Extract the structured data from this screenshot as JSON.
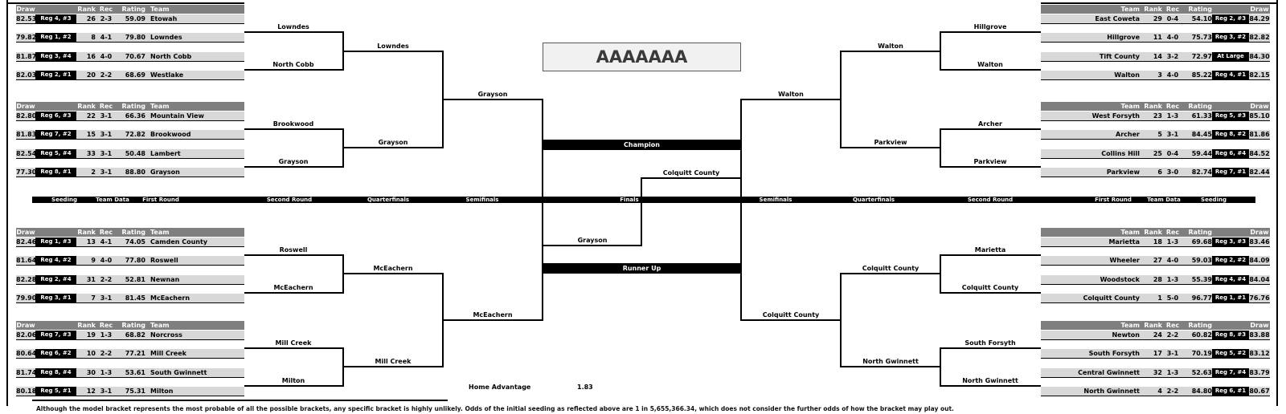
{
  "page": {
    "title_box": "AAAAAAA"
  },
  "columns": {
    "draw": "Draw",
    "rank": "Rank",
    "rec": "Rec",
    "rating": "Rating",
    "team": "Team"
  },
  "divider_labels": [
    "Seeding",
    "Team Data",
    "First Round",
    "Second Round",
    "Quarterfinals",
    "Semifinals",
    "Finals",
    "Semifinals",
    "Quarterfinals",
    "Second Round",
    "First Round",
    "Team Data",
    "Seeding"
  ],
  "center": {
    "champion": "Champion",
    "runner_up": "Runner Up"
  },
  "home_advantage": {
    "label": "Home Advantage",
    "value": "1.83"
  },
  "footnote": "Although the model bracket represents the most probable of all the possible brackets, any specific bracket is highly unlikely.  Odds of the initial seeding as reflected above are 1 in 5,655,366.34, which does not consider the further odds of how the bracket may play out.",
  "seed_groups": [
    {
      "side": "left",
      "rows": [
        {
          "draw": "82.53",
          "reg": "Reg 4, #3",
          "rank": "26",
          "rec": "2-3",
          "rating": "59.09",
          "team": "Etowah"
        },
        {
          "draw": "79.82",
          "reg": "Reg 1, #2",
          "rank": "8",
          "rec": "4-1",
          "rating": "79.80",
          "team": "Lowndes"
        },
        {
          "draw": "81.87",
          "reg": "Reg 3, #4",
          "rank": "16",
          "rec": "4-0",
          "rating": "70.67",
          "team": "North Cobb"
        },
        {
          "draw": "82.03",
          "reg": "Reg 2, #1",
          "rank": "20",
          "rec": "2-2",
          "rating": "68.69",
          "team": "Westlake"
        }
      ]
    },
    {
      "side": "left",
      "rows": [
        {
          "draw": "82.80",
          "reg": "Reg 6, #3",
          "rank": "22",
          "rec": "3-1",
          "rating": "66.36",
          "team": "Mountain View"
        },
        {
          "draw": "81.83",
          "reg": "Reg 7, #2",
          "rank": "15",
          "rec": "3-1",
          "rating": "72.82",
          "team": "Brookwood"
        },
        {
          "draw": "82.54",
          "reg": "Reg 5, #4",
          "rank": "33",
          "rec": "3-1",
          "rating": "50.48",
          "team": "Lambert"
        },
        {
          "draw": "77.30",
          "reg": "Reg 8, #1",
          "rank": "2",
          "rec": "3-1",
          "rating": "88.80",
          "team": "Grayson"
        }
      ]
    },
    {
      "side": "left",
      "rows": [
        {
          "draw": "82.46",
          "reg": "Reg 1, #3",
          "rank": "13",
          "rec": "4-1",
          "rating": "74.05",
          "team": "Camden County"
        },
        {
          "draw": "81.64",
          "reg": "Reg 4, #2",
          "rank": "9",
          "rec": "4-0",
          "rating": "77.80",
          "team": "Roswell"
        },
        {
          "draw": "82.28",
          "reg": "Reg 2, #4",
          "rank": "31",
          "rec": "2-2",
          "rating": "52.81",
          "team": "Newnan"
        },
        {
          "draw": "79.90",
          "reg": "Reg 3, #1",
          "rank": "7",
          "rec": "3-1",
          "rating": "81.45",
          "team": "McEachern"
        }
      ]
    },
    {
      "side": "left",
      "rows": [
        {
          "draw": "82.06",
          "reg": "Reg 7, #3",
          "rank": "19",
          "rec": "1-3",
          "rating": "68.82",
          "team": "Norcross"
        },
        {
          "draw": "80.64",
          "reg": "Reg 6, #2",
          "rank": "10",
          "rec": "2-2",
          "rating": "77.21",
          "team": "Mill Creek"
        },
        {
          "draw": "81.74",
          "reg": "Reg 8, #4",
          "rank": "30",
          "rec": "1-3",
          "rating": "53.61",
          "team": "South Gwinnett"
        },
        {
          "draw": "80.18",
          "reg": "Reg 5, #1",
          "rank": "12",
          "rec": "3-1",
          "rating": "75.31",
          "team": "Milton"
        }
      ]
    },
    {
      "side": "right",
      "rows": [
        {
          "team": "East Coweta",
          "rank": "29",
          "rec": "0-4",
          "rating": "54.10",
          "reg": "Reg 2, #3",
          "draw": "84.29"
        },
        {
          "team": "Hillgrove",
          "rank": "11",
          "rec": "4-0",
          "rating": "75.73",
          "reg": "Reg 3, #2",
          "draw": "82.82"
        },
        {
          "team": "Tift County",
          "rank": "14",
          "rec": "3-2",
          "rating": "72.97",
          "reg": "At Large",
          "draw": "84.30"
        },
        {
          "team": "Walton",
          "rank": "3",
          "rec": "4-0",
          "rating": "85.22",
          "reg": "Reg 4, #1",
          "draw": "82.15"
        }
      ]
    },
    {
      "side": "right",
      "rows": [
        {
          "team": "West Forsyth",
          "rank": "23",
          "rec": "1-3",
          "rating": "61.33",
          "reg": "Reg 5, #3",
          "draw": "85.10"
        },
        {
          "team": "Archer",
          "rank": "5",
          "rec": "3-1",
          "rating": "84.45",
          "reg": "Reg 8, #2",
          "draw": "81.86"
        },
        {
          "team": "Collins Hill",
          "rank": "25",
          "rec": "0-4",
          "rating": "59.44",
          "reg": "Reg 6, #4",
          "draw": "84.52"
        },
        {
          "team": "Parkview",
          "rank": "6",
          "rec": "3-0",
          "rating": "82.74",
          "reg": "Reg 7, #1",
          "draw": "82.44"
        }
      ]
    },
    {
      "side": "right",
      "rows": [
        {
          "team": "Marietta",
          "rank": "18",
          "rec": "1-3",
          "rating": "69.68",
          "reg": "Reg 3, #3",
          "draw": "83.46"
        },
        {
          "team": "Wheeler",
          "rank": "27",
          "rec": "4-0",
          "rating": "59.03",
          "reg": "Reg 2, #2",
          "draw": "84.09"
        },
        {
          "team": "Woodstock",
          "rank": "28",
          "rec": "1-3",
          "rating": "55.39",
          "reg": "Reg 4, #4",
          "draw": "84.04"
        },
        {
          "team": "Colquitt County",
          "rank": "1",
          "rec": "5-0",
          "rating": "96.77",
          "reg": "Reg 1, #1",
          "draw": "76.76"
        }
      ]
    },
    {
      "side": "right",
      "rows": [
        {
          "team": "Newton",
          "rank": "24",
          "rec": "2-2",
          "rating": "60.82",
          "reg": "Reg 8, #3",
          "draw": "83.88"
        },
        {
          "team": "South Forsyth",
          "rank": "17",
          "rec": "3-1",
          "rating": "70.19",
          "reg": "Reg 5, #2",
          "draw": "83.12"
        },
        {
          "team": "Central Gwinnett",
          "rank": "32",
          "rec": "1-3",
          "rating": "52.63",
          "reg": "Reg 7, #4",
          "draw": "83.79"
        },
        {
          "team": "North Gwinnett",
          "rank": "4",
          "rec": "2-2",
          "rating": "84.80",
          "reg": "Reg 6, #1",
          "draw": "80.67"
        }
      ]
    }
  ],
  "bracket_advancers": {
    "first_round_left": [
      "Lowndes",
      "North Cobb",
      "Brookwood",
      "Grayson",
      "Roswell",
      "McEachern",
      "Mill Creek",
      "Milton"
    ],
    "second_round_left": [
      "Lowndes",
      "Grayson",
      "McEachern",
      "Mill Creek"
    ],
    "quarterfinal_left": [
      "Grayson",
      "McEachern"
    ],
    "semifinal_left": "Grayson",
    "semifinal_right": "Colquitt County",
    "quarterfinal_right": [
      "Walton",
      "Colquitt County"
    ],
    "second_round_right": [
      "Walton",
      "Parkview",
      "Colquitt County",
      "North Gwinnett"
    ],
    "first_round_right": [
      "Hillgrove",
      "Walton",
      "Archer",
      "Parkview",
      "Marietta",
      "Colquitt County",
      "South Forsyth",
      "North Gwinnett"
    ]
  },
  "colors": {
    "header_gray": "#7f7f7f",
    "row_gray": "#d8d8d8",
    "black": "#000000",
    "title_box_bg": "#f1f1f1"
  }
}
